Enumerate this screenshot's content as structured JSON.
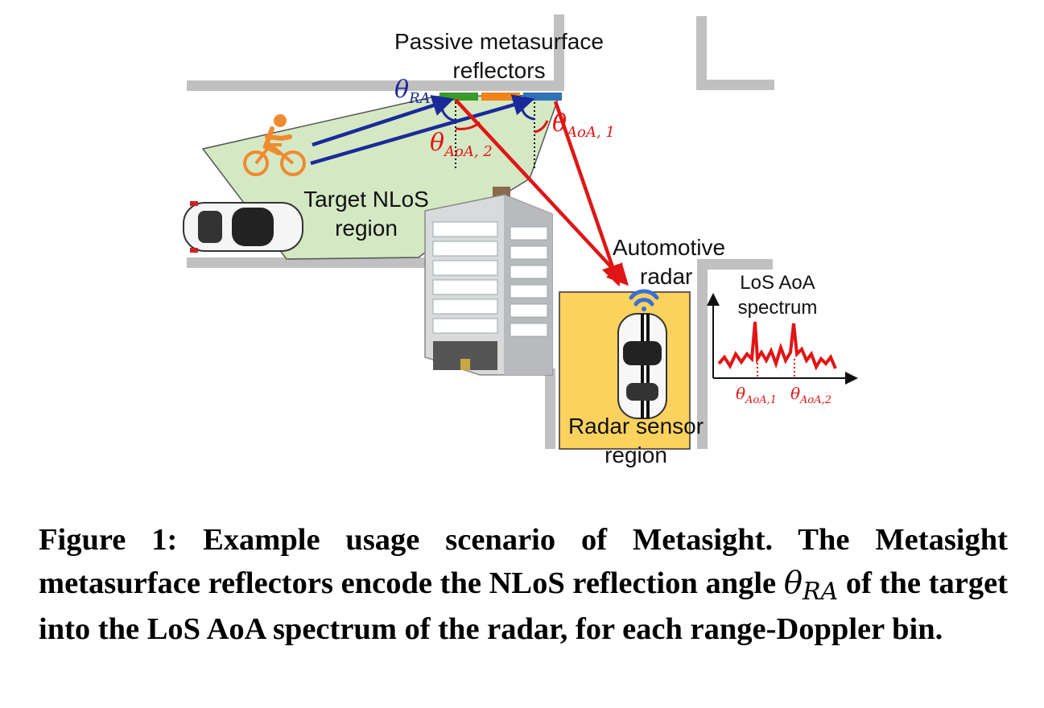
{
  "labels": {
    "metasurface": [
      "Passive metasurface",
      "reflectors"
    ],
    "target_region": [
      "Target NLoS",
      "region"
    ],
    "automotive_radar": [
      "Automotive",
      "radar"
    ],
    "radar_region": [
      "Radar sensor",
      "region"
    ],
    "spectrum": [
      "LoS AoA",
      "spectrum"
    ]
  },
  "angles": {
    "theta_ra": {
      "symbol": "θ",
      "sub": "RA"
    },
    "theta_aoa1": {
      "symbol": "θ",
      "sub": "AoA, 1"
    },
    "theta_aoa2": {
      "symbol": "θ",
      "sub": "AoA, 2"
    },
    "spec_aoa1": {
      "symbol": "θ",
      "sub": "AoA,1"
    },
    "spec_aoa2": {
      "symbol": "θ",
      "sub": "AoA,2"
    }
  },
  "caption": {
    "part1": "Figure 1: Example usage scenario of Metasight. The Metasight metasurface reflectors encode the NLoS reflection angle ",
    "theta": "θ",
    "sub": "RA",
    "part2": " of the target into the LoS AoA spectrum of the radar, for each range-Doppler bin."
  },
  "colors": {
    "region_green": "#d4e8c4",
    "radar_region": "#fbd25e",
    "wall_gray": "#c0c0c0",
    "beam_blue": "#1a2a9a",
    "beam_red": "#e01515",
    "reflector_green": "#3a9a2a",
    "reflector_orange": "#f08418",
    "reflector_blue": "#2f72b8",
    "bike_orange": "#ef8a2e"
  }
}
